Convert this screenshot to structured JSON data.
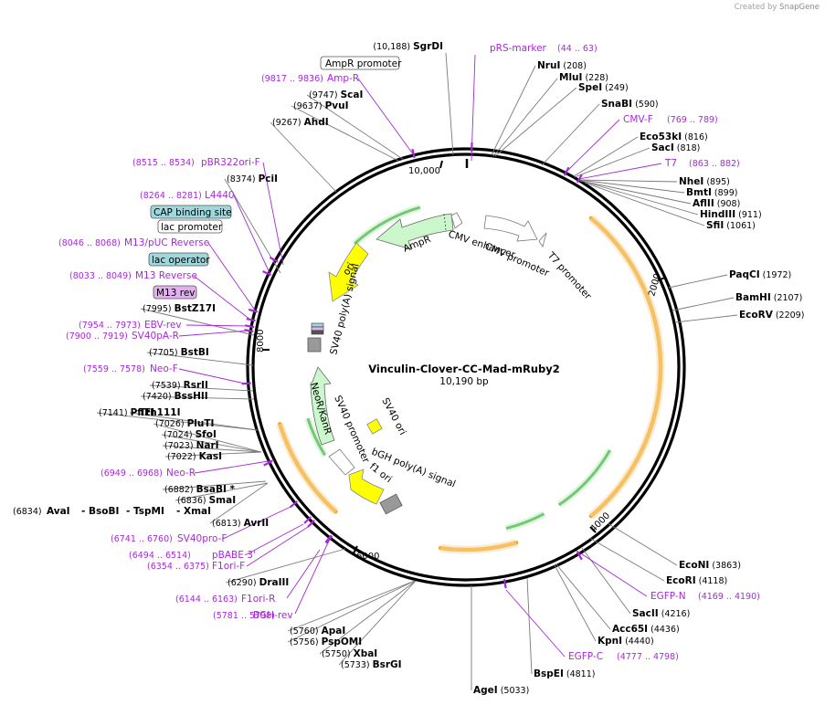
{
  "credit": {
    "prefix": "Created by",
    "brand": "SnapGene"
  },
  "plasmid": {
    "name": "Vinculin-Clover-CC-Mad-mRuby2",
    "length_label": "10,190 bp",
    "length": 10190
  },
  "ticks": [
    {
      "bp": 10000,
      "label": "10,000"
    },
    {
      "bp": 2000,
      "label": "2000"
    },
    {
      "bp": 4000,
      "label": "4000"
    },
    {
      "bp": 6000,
      "label": "6000"
    },
    {
      "bp": 8000,
      "label": "8000"
    }
  ],
  "sites": [
    {
      "pos": "(10,188)",
      "name": "SgrDI",
      "pos_first": true
    },
    {
      "name": "NruI",
      "pos": "(208)"
    },
    {
      "name": "MluI",
      "pos": "(228)"
    },
    {
      "name": "SpeI",
      "pos": "(249)"
    },
    {
      "name": "SnaBI",
      "pos": "(590)"
    },
    {
      "name": "Eco53kI",
      "pos": "(816)"
    },
    {
      "name": "SacI",
      "pos": "(818)"
    },
    {
      "name": "NheI",
      "pos": "(895)"
    },
    {
      "name": "BmtI",
      "pos": "(899)"
    },
    {
      "name": "AflII",
      "pos": "(908)"
    },
    {
      "name": "HindIII",
      "pos": "(911)"
    },
    {
      "name": "SfiI",
      "pos": "(1061)"
    },
    {
      "name": "PaqCI",
      "pos": "(1972)"
    },
    {
      "name": "BamHI",
      "pos": "(2107)"
    },
    {
      "name": "EcoRV",
      "pos": "(2209)"
    },
    {
      "name": "EcoNI",
      "pos": "(3863)"
    },
    {
      "name": "EcoRI",
      "pos": "(4118)"
    },
    {
      "name": "SacII",
      "pos": "(4216)"
    },
    {
      "name": "Acc65I",
      "pos": "(4436)"
    },
    {
      "name": "KpnI",
      "pos": "(4440)"
    },
    {
      "name": "BspEI",
      "pos": "(4811)"
    },
    {
      "name": "AgeI",
      "pos": "(5033)"
    },
    {
      "pos": "(5733)",
      "name": "BsrGI",
      "pos_first": true
    },
    {
      "pos": "(5750)",
      "name": "XbaI",
      "pos_first": true
    },
    {
      "pos": "(5756)",
      "name": "PspOMI",
      "pos_first": true
    },
    {
      "pos": "(5760)",
      "name": "ApaI",
      "pos_first": true
    },
    {
      "pos": "(6290)",
      "name": "DraIII",
      "pos_first": true
    },
    {
      "pos": "(6813)",
      "name": "AvrII",
      "pos_first": true
    },
    {
      "pos": "(6836)",
      "name": "SmaI",
      "pos_first": true
    },
    {
      "pos": "(6882)",
      "name": "BsaBI *",
      "pos_first": true
    },
    {
      "pos": "(7022)",
      "name": "KasI",
      "pos_first": true
    },
    {
      "pos": "(7023)",
      "name": "NarI",
      "pos_first": true
    },
    {
      "pos": "(7024)",
      "name": "SfoI",
      "pos_first": true
    },
    {
      "pos": "(7026)",
      "name": "PluTI",
      "pos_first": true
    },
    {
      "pos": "(7141)",
      "name": "PflFI",
      "pos_first": true
    },
    {
      "name": "- Tth111I"
    },
    {
      "pos": "(7420)",
      "name": "BssHII",
      "pos_first": true
    },
    {
      "pos": "(7539)",
      "name": "RsrII",
      "pos_first": true
    },
    {
      "pos": "(7705)",
      "name": "BstBI",
      "pos_first": true
    },
    {
      "pos": "(7995)",
      "name": "BstZ17I",
      "pos_first": true
    },
    {
      "pos": "(8374)",
      "name": "PciI",
      "pos_first": true
    },
    {
      "pos": "(9267)",
      "name": "AhdI",
      "pos_first": true
    },
    {
      "pos": "(9637)",
      "name": "PvuI",
      "pos_first": true
    },
    {
      "pos": "(9747)",
      "name": "ScaI",
      "pos_first": true
    },
    {
      "pos": "(6834)",
      "name": "AvaI",
      "pos_first": true
    },
    {
      "name": "- BsoBI"
    },
    {
      "name": "- TspMI"
    },
    {
      "name": "- XmaI"
    }
  ],
  "primers": [
    {
      "name": "pRS-marker",
      "pos": "(44 .. 63)"
    },
    {
      "name": "CMV-F",
      "pos": "(769 .. 789)"
    },
    {
      "name": "T7",
      "pos": "(863 .. 882)"
    },
    {
      "name": "EGFP-N",
      "pos": "(4169 .. 4190)"
    },
    {
      "name": "EGFP-C",
      "pos": "(4777 .. 4798)"
    },
    {
      "name": "BGH-rev",
      "pos": "(5781 .. 5798)"
    },
    {
      "name": "F1ori-R",
      "pos": "(6144 .. 6163)"
    },
    {
      "name": "F1ori-F",
      "pos": "(6354 .. 6375)"
    },
    {
      "name": "pBABE 3'",
      "pos": "(6494 .. 6514)"
    },
    {
      "name": "SV40pro-F",
      "pos": "(6741 .. 6760)"
    },
    {
      "name": "Neo-R",
      "pos": "(6949 .. 6968)"
    },
    {
      "name": "Neo-F",
      "pos": "(7559 .. 7578)"
    },
    {
      "name": "SV40pA-R",
      "pos": "(7900 .. 7919)"
    },
    {
      "name": "EBV-rev",
      "pos": "(7954 .. 7973)"
    },
    {
      "name": "M13 Reverse",
      "pos": "(8033 .. 8049)"
    },
    {
      "name": "M13/pUC Reverse",
      "pos": "(8046 .. 8068)"
    },
    {
      "name": "L4440",
      "pos": "(8264 .. 8281)"
    },
    {
      "name": "pBR322ori-F",
      "pos": "(8515 .. 8534)"
    },
    {
      "name": "Amp-R",
      "pos": "(9817 .. 9836)"
    }
  ],
  "boxed_labels": [
    {
      "text": "AmpR promoter",
      "fill": "#ffffff"
    },
    {
      "text": "CAP binding site",
      "fill": "#9ed8dc"
    },
    {
      "text": "lac promoter",
      "fill": "#ffffff"
    },
    {
      "text": "lac operator",
      "fill": "#9ed8dc"
    },
    {
      "text": "M13 rev",
      "fill": "#e1b0ef"
    }
  ],
  "features": [
    {
      "label": "AmpR",
      "color": "#ccf7cc"
    },
    {
      "label": "CMV enhancer",
      "color": "#ffffff"
    },
    {
      "label": "CMV promoter",
      "color": "#ffffff"
    },
    {
      "label": "T7 promoter",
      "color": "#ffffff"
    },
    {
      "label": "ori",
      "color": "#ffff00"
    },
    {
      "label": "SV40 poly(A) signal",
      "color": "#999999"
    },
    {
      "label": "NeoR/KanR",
      "color": "#ccf7cc"
    },
    {
      "label": "SV40 promoter",
      "color": "#ffffff"
    },
    {
      "label": "SV40 ori",
      "color": "#ffff00"
    },
    {
      "label": "bGH poly(A) signal",
      "color": "#999999"
    },
    {
      "label": "f1 ori",
      "color": "#ffff00"
    }
  ],
  "colors": {
    "primer": "#a52ad6",
    "orf": "#f5a623",
    "cds": "#2a9e2a",
    "backbone": "#000000"
  }
}
